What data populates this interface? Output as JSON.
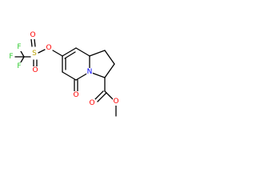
{
  "colors": {
    "bond": "#000000",
    "oxygen": "#ff0000",
    "nitrogen": "#0000ff",
    "sulfur": "#b8a000",
    "fluorine": "#33cc33"
  },
  "atoms": {
    "o_triflate": "O",
    "s_triflate": "S",
    "o_sulfonyl_top": "O",
    "o_sulfonyl_bottom": "O",
    "f_top": "F",
    "f_left": "F",
    "f_bottom": "F",
    "n_ring": "N",
    "o_ketone": "O",
    "o_ester_carbonyl": "O",
    "o_ester_methoxy": "O"
  }
}
